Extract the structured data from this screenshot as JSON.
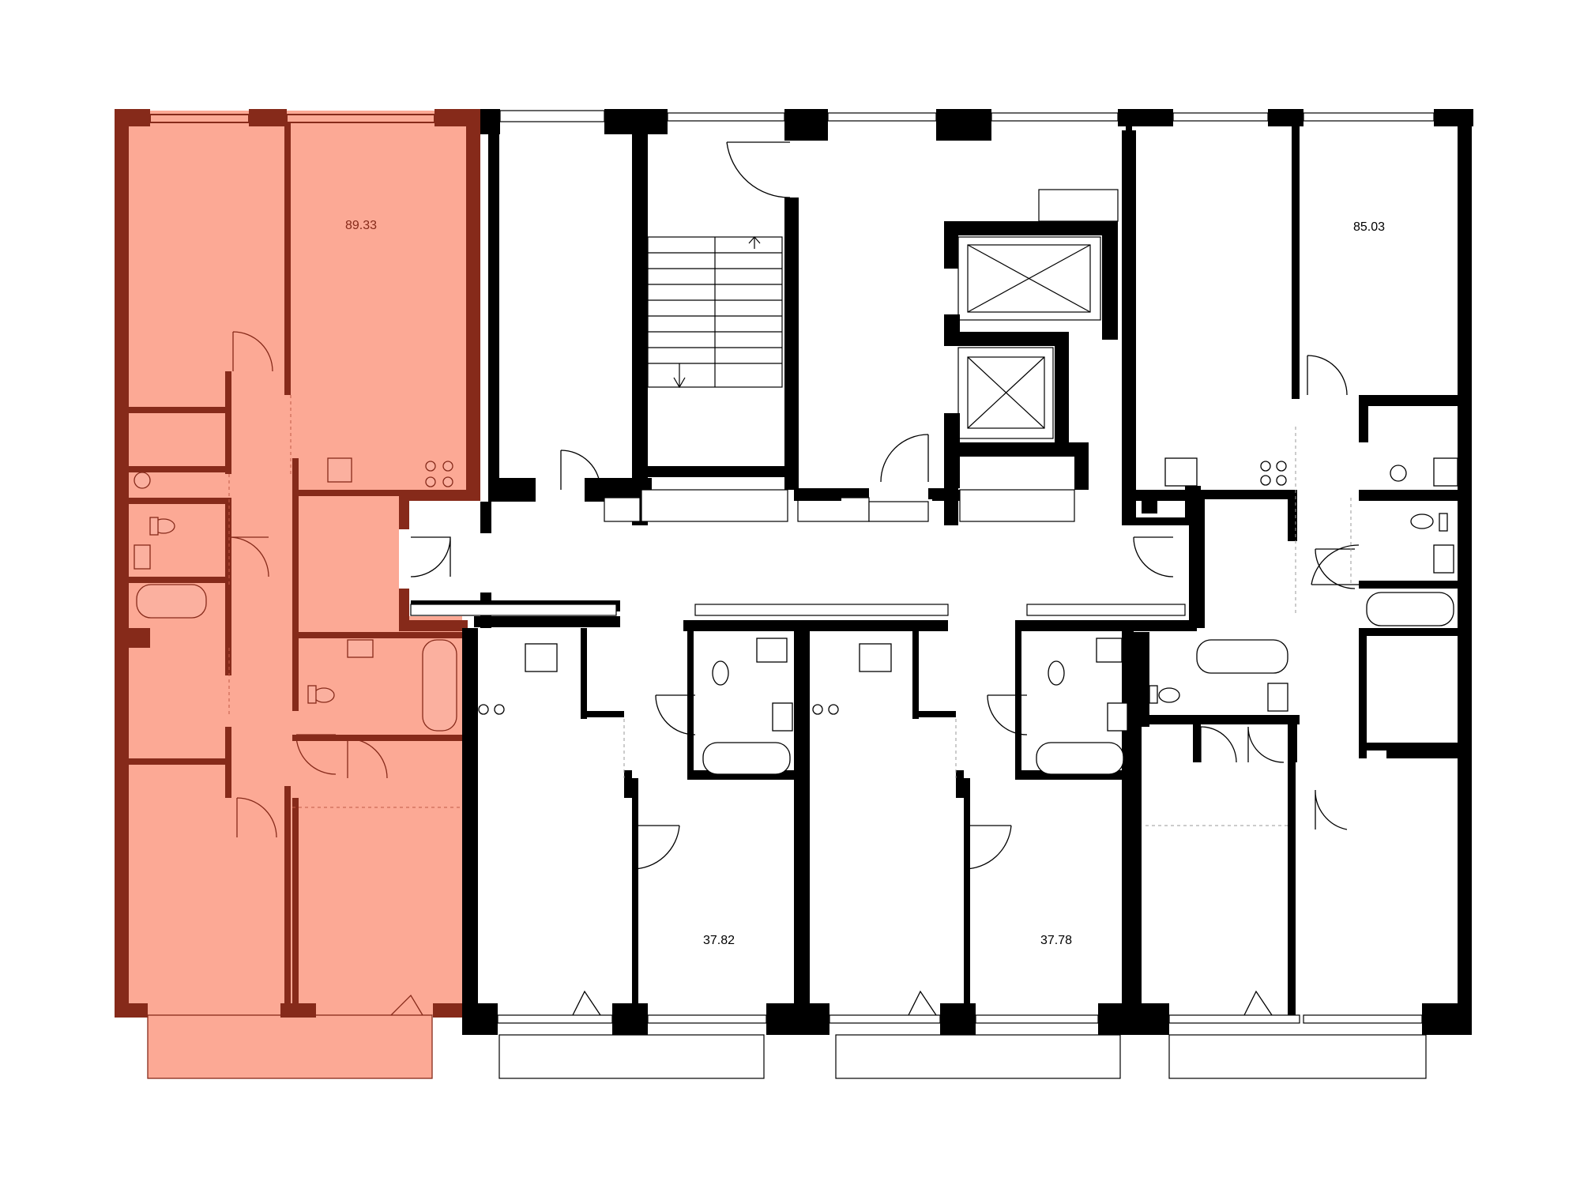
{
  "plan": {
    "colors": {
      "highlight_fill": "#fca995",
      "highlight_wall": "#862a1a",
      "wall": "#000000",
      "background": "#ffffff"
    },
    "apartments": [
      {
        "area": "89.33",
        "highlighted": true
      },
      {
        "area": "85.03",
        "highlighted": false
      },
      {
        "area": "37.82",
        "highlighted": false
      },
      {
        "area": "37.78",
        "highlighted": false
      }
    ]
  }
}
